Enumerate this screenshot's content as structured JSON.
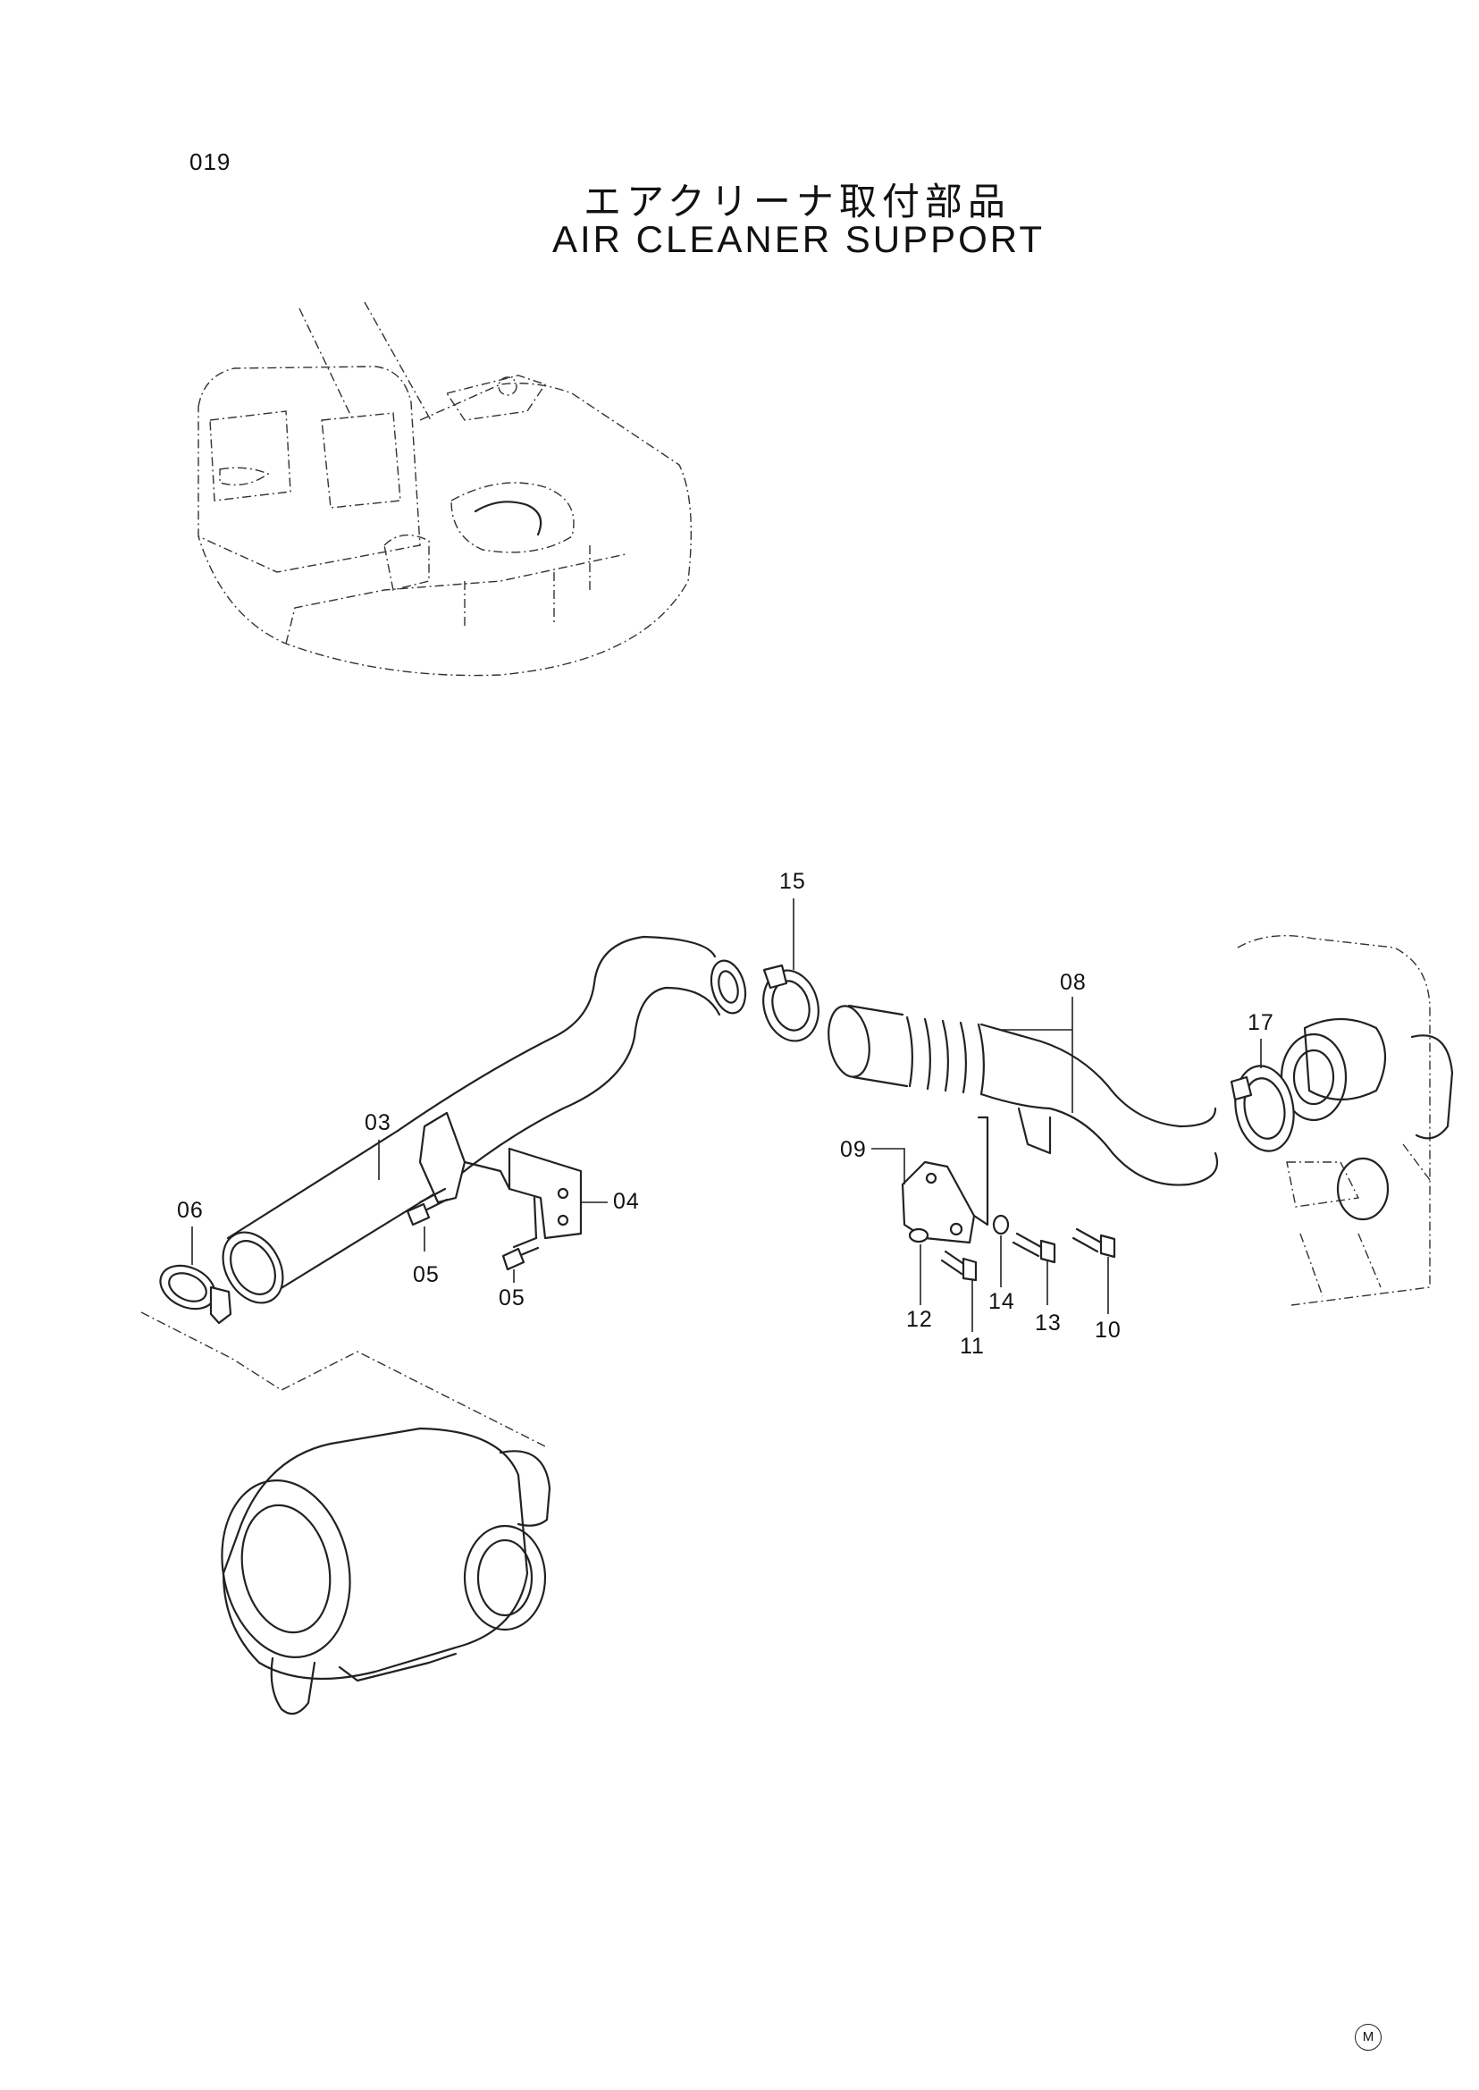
{
  "page": {
    "number": "019",
    "title_jp": "エアクリーナ取付部品",
    "title_en": "AIR CLEANER SUPPORT",
    "corner_mark": "M"
  },
  "callouts": [
    {
      "id": "c15",
      "label": "15"
    },
    {
      "id": "c08",
      "label": "08"
    },
    {
      "id": "c17",
      "label": "17"
    },
    {
      "id": "c03",
      "label": "03"
    },
    {
      "id": "c06",
      "label": "06"
    },
    {
      "id": "c04",
      "label": "04"
    },
    {
      "id": "c05a",
      "label": "05"
    },
    {
      "id": "c05b",
      "label": "05"
    },
    {
      "id": "c09",
      "label": "09"
    },
    {
      "id": "c12",
      "label": "12"
    },
    {
      "id": "c14",
      "label": "14"
    },
    {
      "id": "c13",
      "label": "13"
    },
    {
      "id": "c10",
      "label": "10"
    },
    {
      "id": "c11",
      "label": "11"
    }
  ]
}
